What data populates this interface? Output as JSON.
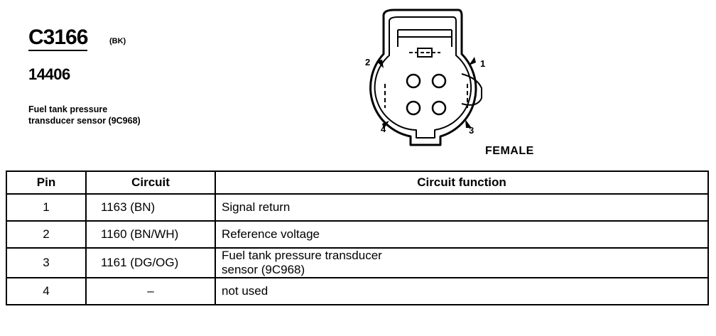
{
  "connector": {
    "id": "C3166",
    "color_code": "(BK)",
    "part_number": "14406",
    "description_line1": "Fuel tank pressure",
    "description_line2": "transducer sensor (9C968)",
    "gender": "FEMALE",
    "pin_labels": [
      "1",
      "2",
      "3",
      "4"
    ]
  },
  "table": {
    "headers": {
      "pin": "Pin",
      "circuit": "Circuit",
      "function": "Circuit function"
    },
    "rows": [
      {
        "pin": "1",
        "circuit": "1163 (BN)",
        "function_line1": "Signal return",
        "function_line2": ""
      },
      {
        "pin": "2",
        "circuit": "1160 (BN/WH)",
        "function_line1": "Reference voltage",
        "function_line2": ""
      },
      {
        "pin": "3",
        "circuit": "1161 (DG/OG)",
        "function_line1": "Fuel tank pressure transducer",
        "function_line2": "sensor (9C968)"
      },
      {
        "pin": "4",
        "circuit": "–",
        "function_line1": "not used",
        "function_line2": ""
      }
    ]
  }
}
